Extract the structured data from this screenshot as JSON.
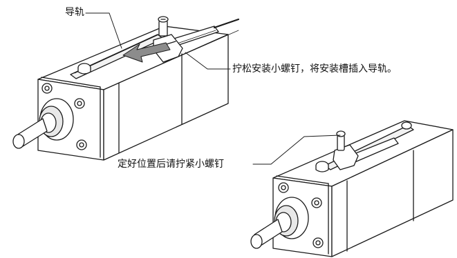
{
  "labels": {
    "rail": "导轨",
    "loosen_insert": "拧松安装小螺钉，将安装槽插入导轨。",
    "tighten": "定好位置后请拧紧小螺钉"
  },
  "colors": {
    "line": "#1a1a1a",
    "body_fill": "#ffffff",
    "arrow_fill": "#8c8c8c",
    "shade": "#d9d9d9"
  }
}
